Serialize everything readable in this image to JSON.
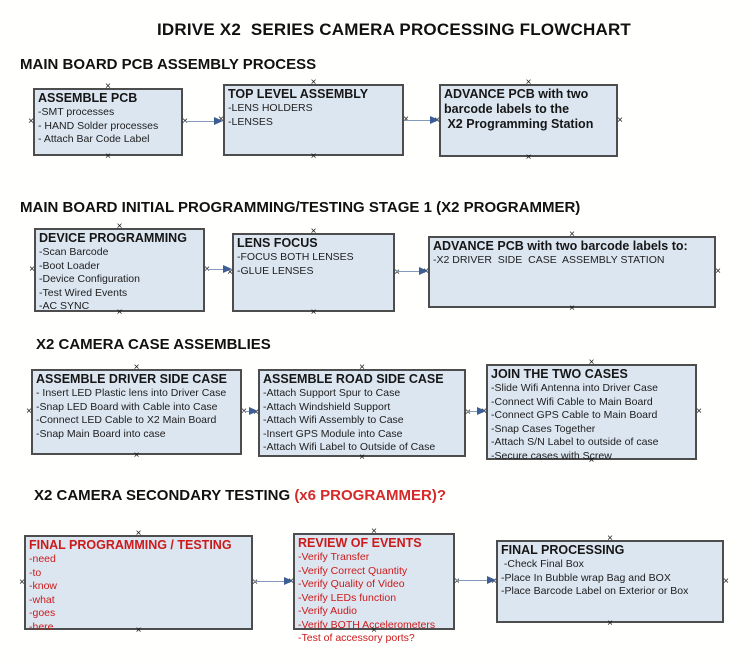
{
  "title": "IDRIVE X2  SERIES CAMERA PROCESSING FLOWCHART",
  "colors": {
    "box_fill": "#dce6f1",
    "box_border": "#4d4d4d",
    "red_text": "#cc1a1a",
    "heading_red": "#d42a2a",
    "connector_line": "#8599bb",
    "arrowhead": "#3c5e94"
  },
  "sections": [
    {
      "heading": "MAIN BOARD PCB ASSEMBLY PROCESS",
      "boxes": [
        {
          "title": "ASSEMBLE PCB",
          "lines": [
            "-SMT processes",
            "- HAND Solder processes",
            "- Attach Bar Code Label"
          ]
        },
        {
          "title": "TOP LEVEL ASSEMBLY",
          "lines": [
            "-LENS HOLDERS",
            "-LENSES"
          ]
        },
        {
          "title": "ADVANCE PCB with two\nbarcode labels to the\n X2 Programming Station",
          "lines": []
        }
      ]
    },
    {
      "heading": "MAIN BOARD INITIAL PROGRAMMING/TESTING STAGE 1 (X2 PROGRAMMER)",
      "boxes": [
        {
          "title": "DEVICE PROGRAMMING",
          "lines": [
            "-Scan Barcode",
            "-Boot Loader",
            "-Device Configuration",
            "-Test Wired Events",
            "-AC SYNC"
          ]
        },
        {
          "title": "LENS FOCUS",
          "lines": [
            "-FOCUS BOTH LENSES",
            "-GLUE LENSES"
          ]
        },
        {
          "title": "ADVANCE PCB with two barcode labels to:",
          "lines": [
            "-X2 DRIVER  SIDE  CASE  ASSEMBLY STATION"
          ]
        }
      ]
    },
    {
      "heading": "X2 CAMERA CASE ASSEMBLIES",
      "boxes": [
        {
          "title": "ASSEMBLE DRIVER SIDE CASE",
          "lines": [
            "- Insert LED Plastic lens into Driver Case",
            "-Snap LED Board with Cable into Case",
            "-Connect LED Cable to X2 Main Board",
            "-Snap Main Board into case"
          ]
        },
        {
          "title": "ASSEMBLE ROAD SIDE CASE",
          "lines": [
            "-Attach Support Spur to Case",
            "-Attach Windshield Support",
            "-Attach Wifi Assembly to Case",
            "-Insert GPS Module into Case",
            "-Attach Wifi Label to Outside of Case"
          ]
        },
        {
          "title": "JOIN THE TWO CASES",
          "lines": [
            "-Slide Wifi Antenna into Driver Case",
            "-Connect Wifi Cable to Main Board",
            "-Connect GPS Cable to Main Board",
            "-Snap Cases Together",
            "-Attach S/N Label to outside of case",
            "-Secure cases with Screw"
          ]
        }
      ]
    },
    {
      "heading": "X2 CAMERA SECONDARY TESTING ",
      "heading_red": "(x6 PROGRAMMER)?",
      "boxes": [
        {
          "title": "FINAL PROGRAMMING / TESTING",
          "lines": [
            "-need",
            "-to",
            "-know",
            "-what",
            "-goes",
            "-here"
          ]
        },
        {
          "title": "REVIEW OF EVENTS",
          "lines": [
            "-Verify Transfer",
            "-Verify Correct Quantity",
            "-Verify Quality of Video",
            "-Verify LEDs function",
            "-Verify Audio",
            "-Verify BOTH Accelerometers",
            "-Test of accessory ports?"
          ]
        },
        {
          "title": "FINAL PROCESSING",
          "lines": [
            " -Check Final Box",
            "-Place In Bubble wrap Bag and BOX",
            "-Place Barcode Label on Exterior or Box"
          ]
        }
      ]
    }
  ]
}
